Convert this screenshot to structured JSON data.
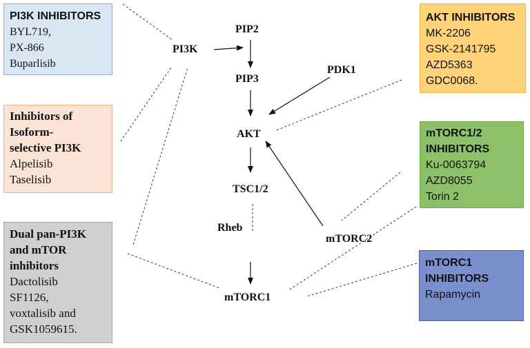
{
  "nodes": {
    "pi3k": "PI3K",
    "pip2": "PIP2",
    "pip3": "PIP3",
    "pdk1": "PDK1",
    "akt": "AKT",
    "tsc": "TSC1/2",
    "rheb": "Rheb",
    "mtorc2": "mTORC2",
    "mtorc1": "mTORC1"
  },
  "boxes": {
    "pi3k_inhibitors": {
      "title": "PI3K INHIBITORS",
      "items": [
        "BYL719,",
        "PX-866",
        "Buparlisib"
      ],
      "fill": "#dbe6f4",
      "border": "#8eaadb"
    },
    "isoform_selective": {
      "title_lines": [
        "Inhibitors of",
        "Isoform-",
        "selective PI3K"
      ],
      "items": [
        "Alpelisib",
        "Taselisib"
      ],
      "fill": "#fbe4d5",
      "border": "#f4b183"
    },
    "dual_pan": {
      "title_lines": [
        "Dual pan-PI3K",
        "and mTOR",
        "inhibitors"
      ],
      "items": [
        "Dactolisib",
        "SF1126,",
        "voxtalisib and",
        "GSK1059615."
      ],
      "fill": "#d0d0d0",
      "border": "#a6a6a6"
    },
    "akt_inhibitors": {
      "title": "AKT INHIBITORS",
      "items": [
        "MK-2206",
        "GSK-2141795",
        "AZD5363",
        "GDC0068."
      ],
      "fill": "#ffd37a",
      "border": "#f2b53c"
    },
    "mtorc12_inhibitors": {
      "title_lines": [
        "mTORC1/2",
        "INHIBITORS"
      ],
      "items": [
        "Ku-0063794",
        "AZD8055",
        "Torin 2"
      ],
      "fill": "#8cc16a",
      "border": "#70ad47"
    },
    "mtorc1_inhibitors": {
      "title_lines": [
        "mTORC1",
        "INHIBITORS"
      ],
      "items": [
        "Rapamycin"
      ],
      "fill": "#7b8fcf",
      "border": "#4a5fb0"
    }
  }
}
